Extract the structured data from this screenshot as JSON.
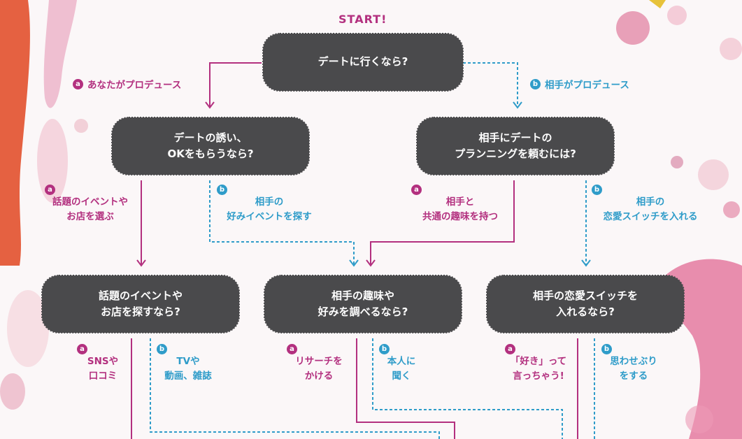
{
  "start_label": "START!",
  "colors": {
    "a": "#b3307f",
    "b": "#2f9cc9",
    "node": "#4a4a4c"
  },
  "badges": {
    "a": "a",
    "b": "b"
  },
  "nodes": {
    "root": [
      "デートに行くなら?"
    ],
    "ask_ok": [
      "デートの誘い、",
      "OKをもらうなら?"
    ],
    "ask_plan": [
      "相手にデートの",
      "プランニングを頼むには?"
    ],
    "find_event": [
      "話題のイベントや",
      "お店を探すなら?"
    ],
    "research": [
      "相手の趣味や",
      "好みを調べるなら?"
    ],
    "switch": [
      "相手の恋愛スイッチを",
      "入れるなら?"
    ]
  },
  "edges": {
    "root_a": "あなたがプロデュース",
    "root_b": "相手がプロデュース",
    "ok_a": [
      "話題のイベントや",
      "お店を選ぶ"
    ],
    "ok_b": [
      "相手の",
      "好みイベントを探す"
    ],
    "plan_a": [
      "相手と",
      "共通の趣味を持つ"
    ],
    "plan_b": [
      "相手の",
      "恋愛スイッチを入れる"
    ],
    "event_a": [
      "SNSや",
      "口コミ"
    ],
    "event_b": [
      "TVや",
      "動画、雑誌"
    ],
    "research_a": [
      "リサーチを",
      "かける"
    ],
    "research_b": [
      "本人に",
      "聞く"
    ],
    "switch_a": [
      "「好き」って",
      "言っちゃう!"
    ],
    "switch_b": [
      "思わせぶり",
      "をする"
    ]
  }
}
